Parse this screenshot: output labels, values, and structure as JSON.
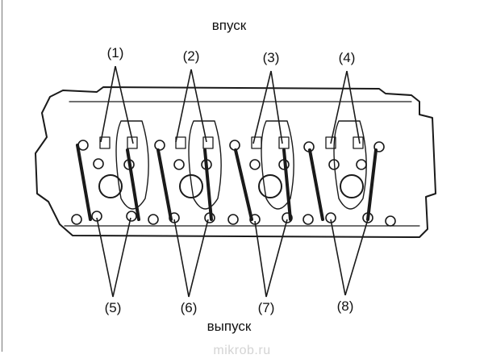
{
  "header": {
    "intake_label": "впуск"
  },
  "footer": {
    "exhaust_label": "выпуск"
  },
  "callouts": [
    "(1)",
    "(2)",
    "(3)",
    "(4)",
    "(5)",
    "(6)",
    "(7)",
    "(8)"
  ],
  "watermark": "mikrob.ru",
  "colors": {
    "line": "#1a1a1a",
    "background": "#ffffff",
    "watermark": "#d4d4d4"
  }
}
